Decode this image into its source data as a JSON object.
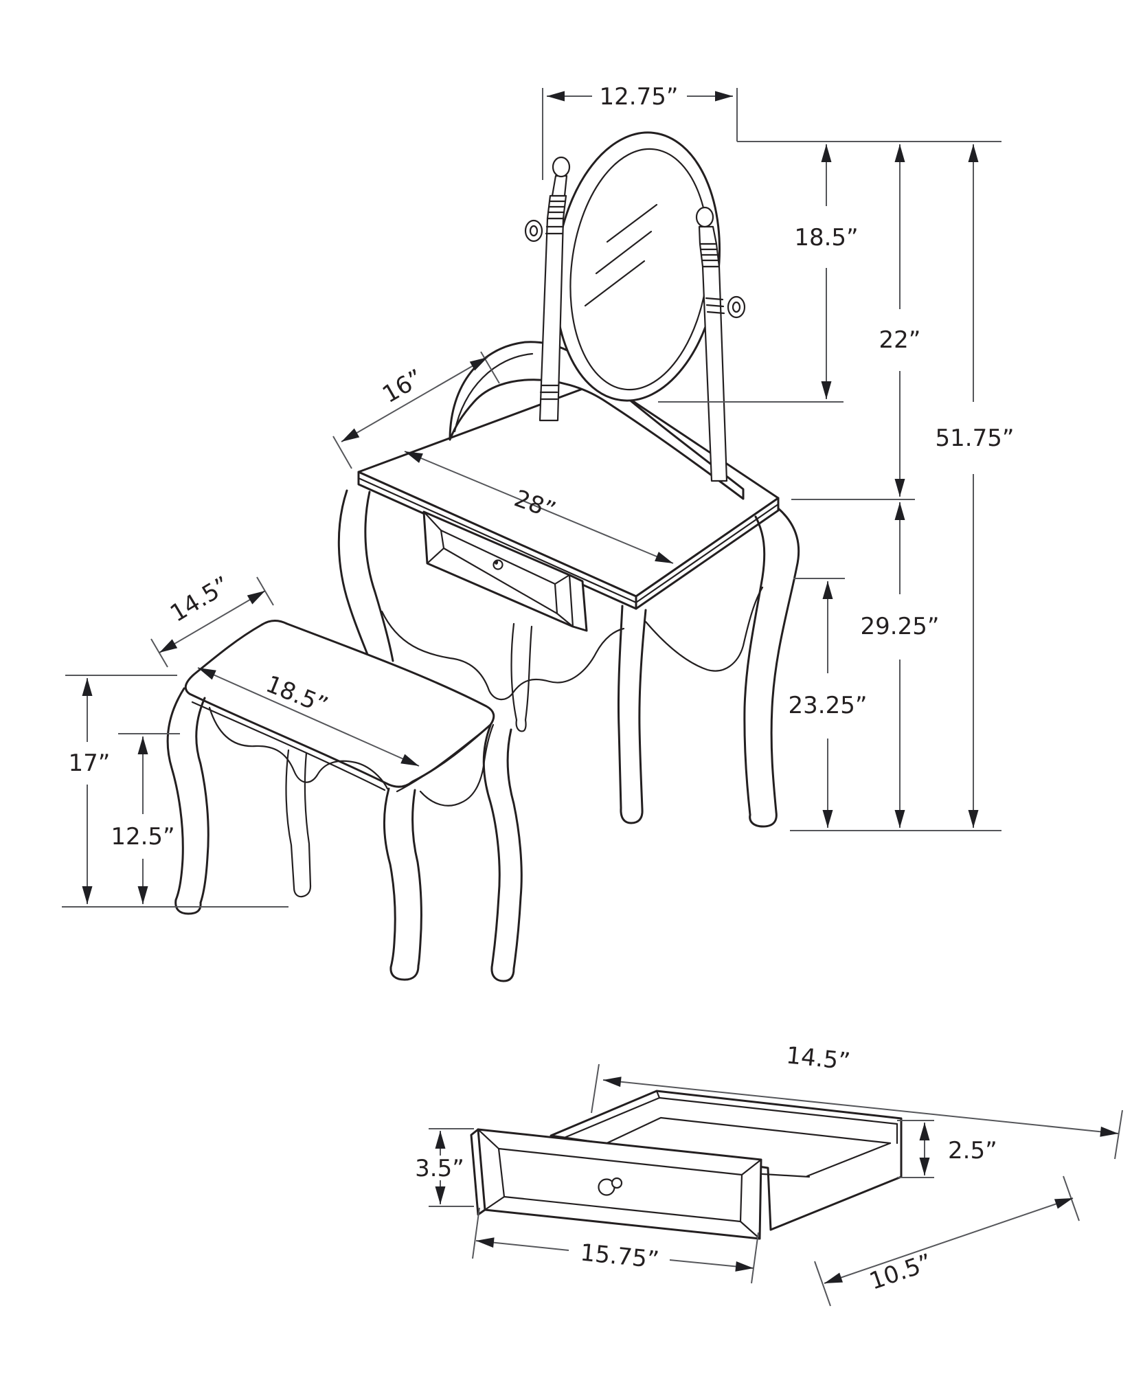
{
  "drawing": {
    "type": "furniture-dimension-diagram",
    "subject": "vanity table with oval swivel mirror, stool and storage drawer",
    "colors": {
      "line": "#231f20",
      "dimension": "#55565a",
      "background": "#ffffff"
    },
    "labels": {
      "mirror_width": "12.75”",
      "mirror_height": "18.5”",
      "mirror_top_to_tabletop": "22”",
      "overall_height": "51.75”",
      "tabletop_to_floor": "29.25”",
      "apron_to_floor": "23.25”",
      "table_depth": "16”",
      "table_width": "28”",
      "stool_seat_depth": "14.5”",
      "stool_seat_width": "18.5”",
      "stool_height": "17”",
      "stool_leg_height": "12.5”",
      "drawer_back_width": "14.5”",
      "drawer_side_height": "2.5”",
      "drawer_front_height": "3.5”",
      "drawer_side_depth": "10.5”",
      "drawer_front_width": "15.75”"
    }
  }
}
